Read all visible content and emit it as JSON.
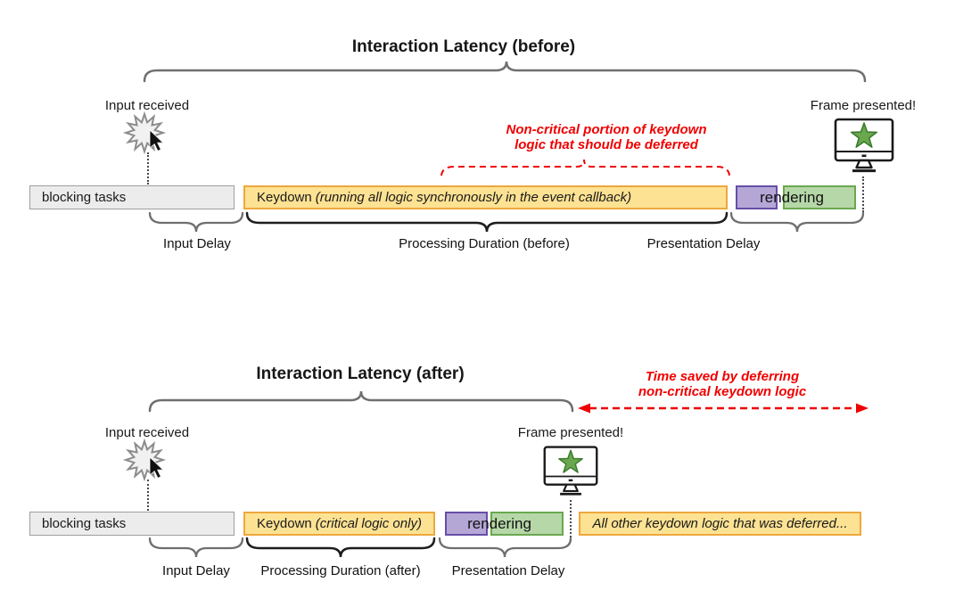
{
  "diagram": {
    "before": {
      "title": "Interaction Latency (before)",
      "input_received_label": "Input received",
      "frame_presented_label": "Frame presented!",
      "deferred_annotation_line1": "Non-critical portion of keydown",
      "deferred_annotation_line2": "logic that should be deferred",
      "bars": {
        "blocking_tasks": "blocking tasks",
        "keydown_title": "Keydown",
        "keydown_detail": "(running all logic synchronously in the event callback)",
        "rendering": "rendering"
      },
      "measures": {
        "input_delay": "Input Delay",
        "processing_duration": "Processing Duration (before)",
        "presentation_delay": "Presentation Delay"
      }
    },
    "after": {
      "title": "Interaction Latency (after)",
      "input_received_label": "Input received",
      "frame_presented_label": "Frame presented!",
      "time_saved_annotation_line1": "Time saved by deferring",
      "time_saved_annotation_line2": "non-critical keydown logic",
      "bars": {
        "blocking_tasks": "blocking tasks",
        "keydown_title": "Keydown",
        "keydown_detail": "(critical logic only)",
        "rendering": "rendering",
        "deferred_logic": "All other keydown logic that was deferred..."
      },
      "measures": {
        "input_delay": "Input Delay",
        "processing_duration": "Processing Duration (after)",
        "presentation_delay": "Presentation Delay"
      }
    },
    "icons": {
      "input_click": "starburst-click-icon",
      "frame_presented": "monitor-star-icon"
    },
    "colors": {
      "task_yellow_fill": "#FDE293",
      "task_yellow_border": "#EDA83E",
      "rendering_purple_fill": "#B4A7D6",
      "rendering_purple_border": "#674EA7",
      "rendering_green_fill": "#B6D7A8",
      "rendering_green_border": "#6AA84F",
      "blocking_gray_fill": "#ECECEC",
      "blocking_gray_border": "#9E9E9E",
      "annotation_red": "#F00000",
      "brace_gray": "#6F6F6F",
      "brace_black": "#1D1D1D"
    }
  }
}
